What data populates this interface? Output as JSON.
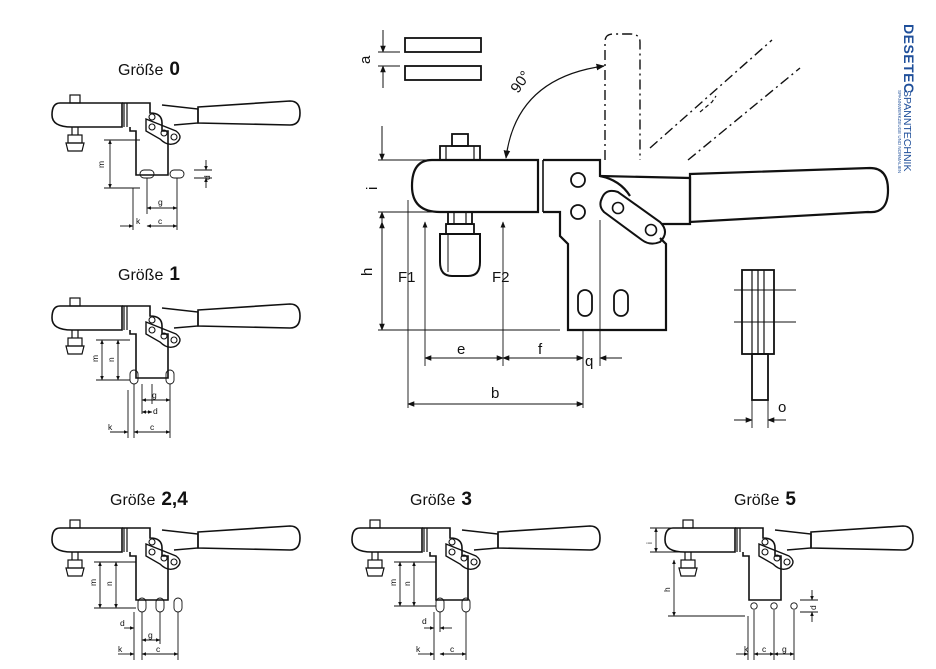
{
  "brand": {
    "name": "DESETEC",
    "subtitle": "SPANNTECHNIK",
    "tagline": "SPANNWERKZEUGE UND NORMALIEN",
    "color": "#1f4f9a"
  },
  "size_word": "Größe",
  "main_drawing": {
    "angle": "90°",
    "dimensions": [
      "a",
      "i",
      "h",
      "F1",
      "F2",
      "e",
      "f",
      "q",
      "b",
      "o"
    ]
  },
  "variants": [
    {
      "size": "0",
      "dims": [
        "m",
        "d",
        "g",
        "k",
        "c"
      ]
    },
    {
      "size": "1",
      "dims": [
        "m",
        "n",
        "g",
        "d",
        "k",
        "c"
      ]
    },
    {
      "size": "2,4",
      "dims": [
        "m",
        "n",
        "d",
        "g",
        "k",
        "c"
      ]
    },
    {
      "size": "3",
      "dims": [
        "m",
        "n",
        "d",
        "k",
        "c"
      ]
    },
    {
      "size": "5",
      "dims": [
        "i",
        "h",
        "d",
        "k",
        "c",
        "g"
      ]
    }
  ]
}
